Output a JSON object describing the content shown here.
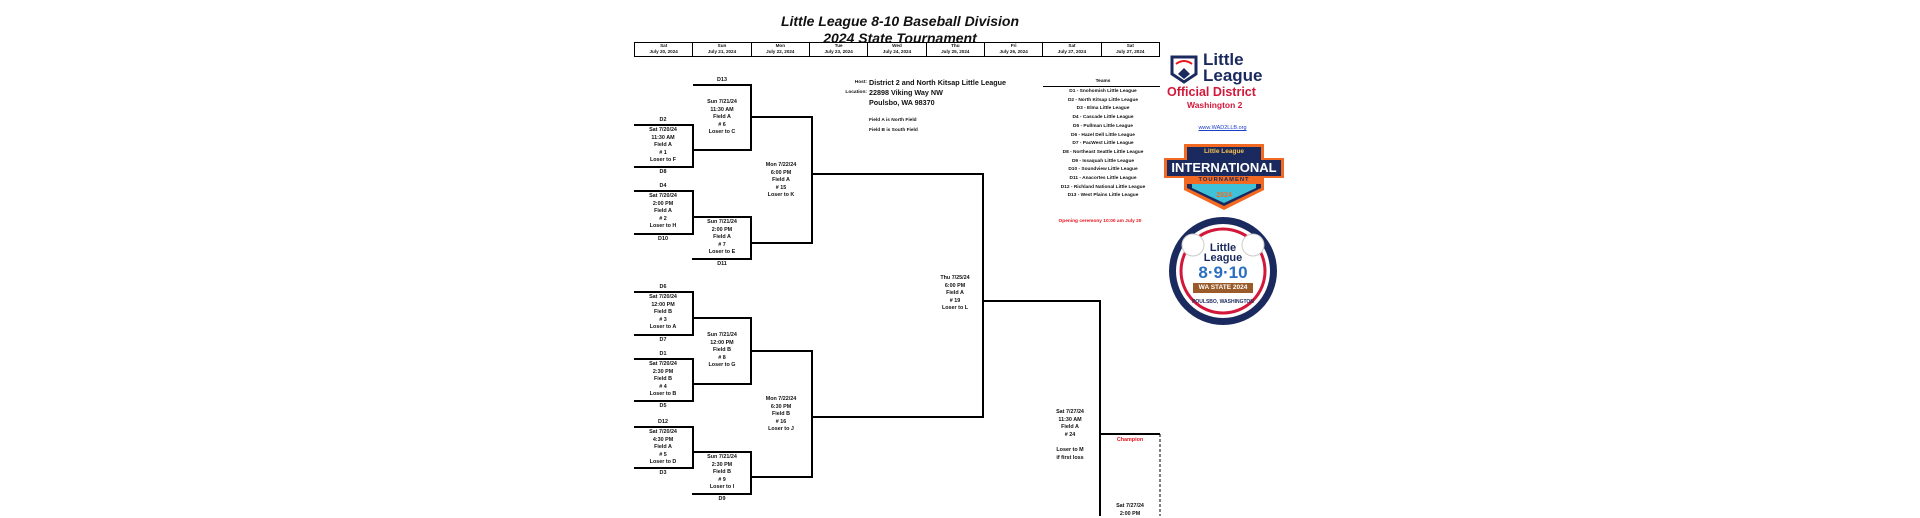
{
  "title": {
    "line1": "Little League 8-10 Baseball Division",
    "line2": "2024 State Tournament"
  },
  "dates": [
    {
      "day": "Sat",
      "date": "July 20, 2024"
    },
    {
      "day": "Sun",
      "date": "July 21, 2024"
    },
    {
      "day": "Mon",
      "date": "July 22, 2024"
    },
    {
      "day": "Tue",
      "date": "July 23, 2024"
    },
    {
      "day": "Wed",
      "date": "July 24, 2024"
    },
    {
      "day": "Thu",
      "date": "July 25, 2024"
    },
    {
      "day": "Fri",
      "date": "July 26, 2024"
    },
    {
      "day": "Sat",
      "date": "July 27, 2024"
    },
    {
      "day": "Sat",
      "date": "July 27, 2024"
    }
  ],
  "host": {
    "host_label": "Host:",
    "host_value": "District 2 and North Kitsap Little League",
    "location_label": "Location:",
    "location_line1": "22898 Viking Way NW",
    "location_line2": "Poulsbo, WA 98370",
    "field_notes": [
      "Field A is North Field",
      "Field B is South Field"
    ]
  },
  "teams": {
    "header": "Teams",
    "list": [
      "D1 - Snohomish Little League",
      "D2 - North Kitsap Little League",
      "D3 - Elma Little League",
      "D4 - Cascade Little League",
      "D5 - Pullman Little League",
      "D6 - Hazel Dell Little League",
      "D7 - PacWest Little League",
      "D8 - Northeast Seattle Little League",
      "D9 - Issaquah Little League",
      "D10 - Soundview Little League",
      "D11 - Anacortes Little League",
      "D12 - Richland National Little League",
      "D13 - West Plains Little League"
    ]
  },
  "opening_ceremony": "Opening ceremony 10:00 am July 20",
  "logos": {
    "official_district": {
      "line1": "Little",
      "line2": "League",
      "line3": "Official District",
      "line4": "Washington 2"
    },
    "website": "www.WAD2LLB.org",
    "international": {
      "top": "Little League",
      "main": "INTERNATIONAL",
      "band": "TOURNAMENT",
      "year": "2024"
    },
    "state": {
      "line1": "Little",
      "line2": "League",
      "main": "8·9·10",
      "band": "WA STATE 2024",
      "bottom": "POULSBO, WASHINGTON"
    }
  },
  "colors": {
    "accent_red": "#e8141b",
    "navy": "#1b2a5e",
    "orange": "#f26a21",
    "cyan": "#3fc1d9"
  },
  "games": {
    "g1": [
      "Sat 7/20/24",
      "11:30 AM",
      "Field A",
      "# 1",
      "Loser to F"
    ],
    "g2": [
      "Sat 7/20/24",
      "2:00 PM",
      "Field A",
      "# 2",
      "Loser to H"
    ],
    "g3": [
      "Sat 7/20/24",
      "12:00 PM",
      "Field B",
      "# 3",
      "Loser to A"
    ],
    "g4": [
      "Sat 7/20/24",
      "2:30 PM",
      "Field B",
      "# 4",
      "Loser to B"
    ],
    "g5": [
      "Sat 7/20/24",
      "4:30 PM",
      "Field A",
      "# 5",
      "Loser to D"
    ],
    "g6": [
      "Sun 7/21/24",
      "11:30 AM",
      "Field A",
      "# 6",
      "Loser to C"
    ],
    "g7": [
      "Sun 7/21/24",
      "2:00 PM",
      "Field A",
      "# 7",
      "Loser to E"
    ],
    "g8": [
      "Sun 7/21/24",
      "12:00 PM",
      "Field B",
      "# 8",
      "Loser to G"
    ],
    "g9": [
      "Sun 7/21/24",
      "2:30 PM",
      "Field B",
      "# 9",
      "Loser to I"
    ],
    "g15": [
      "Mon 7/22/24",
      "6:00 PM",
      "Field A",
      "# 15",
      "Loser to K"
    ],
    "g16": [
      "Mon 7/22/24",
      "6:30 PM",
      "Field B",
      "# 16",
      "Loser to J"
    ],
    "g19": [
      "Thu 7/25/24",
      "6:00 PM",
      "Field A",
      "# 19",
      "Loser to L"
    ],
    "g24": [
      "Sat 7/27/24",
      "11:30 AM",
      "Field A",
      "# 24",
      "",
      "Loser to M",
      "if first loss"
    ],
    "final": [
      "Sat 7/27/24",
      "2:00 PM"
    ]
  },
  "champion_label": "Champion",
  "seeds": {
    "g1_top": "D2",
    "g1_bottom": "D8",
    "g2_top": "D4",
    "g2_bottom": "D10",
    "g6_top": "D13",
    "g7_bottom": "D11",
    "g3_top": "D6",
    "g3_bottom": "D7",
    "g4_top": "D1",
    "g4_bottom": "D5",
    "g5_top": "D12",
    "g5_bottom": "D3",
    "g9_bottom": "D9"
  }
}
